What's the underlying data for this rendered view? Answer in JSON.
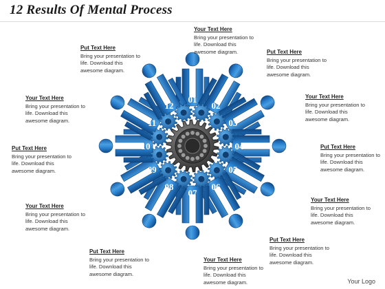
{
  "title": "12 Results Of Mental Process",
  "logo": "Your Logo",
  "colors": {
    "figure_light": "#3f93d8",
    "figure_mid": "#1f6fbf",
    "figure_dark": "#114a87",
    "gear_blue": "#2a7cc7",
    "center_gear": "#4a4a4a"
  },
  "figures": [
    {
      "number": "01"
    },
    {
      "number": "02"
    },
    {
      "number": "03"
    },
    {
      "number": "04"
    },
    {
      "number": "05"
    },
    {
      "number": "06"
    },
    {
      "number": "07"
    },
    {
      "number": "08"
    },
    {
      "number": "09"
    },
    {
      "number": "10"
    },
    {
      "number": "11"
    },
    {
      "number": "12"
    }
  ],
  "labels": [
    {
      "heading": "Your Text Here",
      "body": "Bring your presentation to life. Download this awesome diagram."
    },
    {
      "heading": "Put Text Here",
      "body": "Bring your presentation to life. Download this awesome diagram."
    },
    {
      "heading": "Your Text Here",
      "body": "Bring your presentation to life. Download this awesome diagram."
    },
    {
      "heading": "Put Text Here",
      "body": "Bring your presentation to life. Download this awesome diagram."
    },
    {
      "heading": "Your Text Here",
      "body": "Bring your presentation to life. Download this awesome diagram."
    },
    {
      "heading": "Put Text Here",
      "body": "Bring your presentation to life. Download this awesome diagram."
    },
    {
      "heading": "Your Text Here",
      "body": "Bring your presentation to life. Download this awesome diagram."
    },
    {
      "heading": "Put Text Here",
      "body": "Bring your presentation to life. Download this awesome diagram."
    },
    {
      "heading": "Your Text Here",
      "body": "Bring your presentation to life. Download this awesome diagram."
    },
    {
      "heading": "Put Text Here",
      "body": "Bring your presentation to life. Download this awesome diagram."
    },
    {
      "heading": "Your Text Here",
      "body": "Bring your presentation to life. Download this awesome diagram."
    },
    {
      "heading": "Put Text Here",
      "body": "Bring your presentation to life. Download this awesome diagram."
    }
  ]
}
